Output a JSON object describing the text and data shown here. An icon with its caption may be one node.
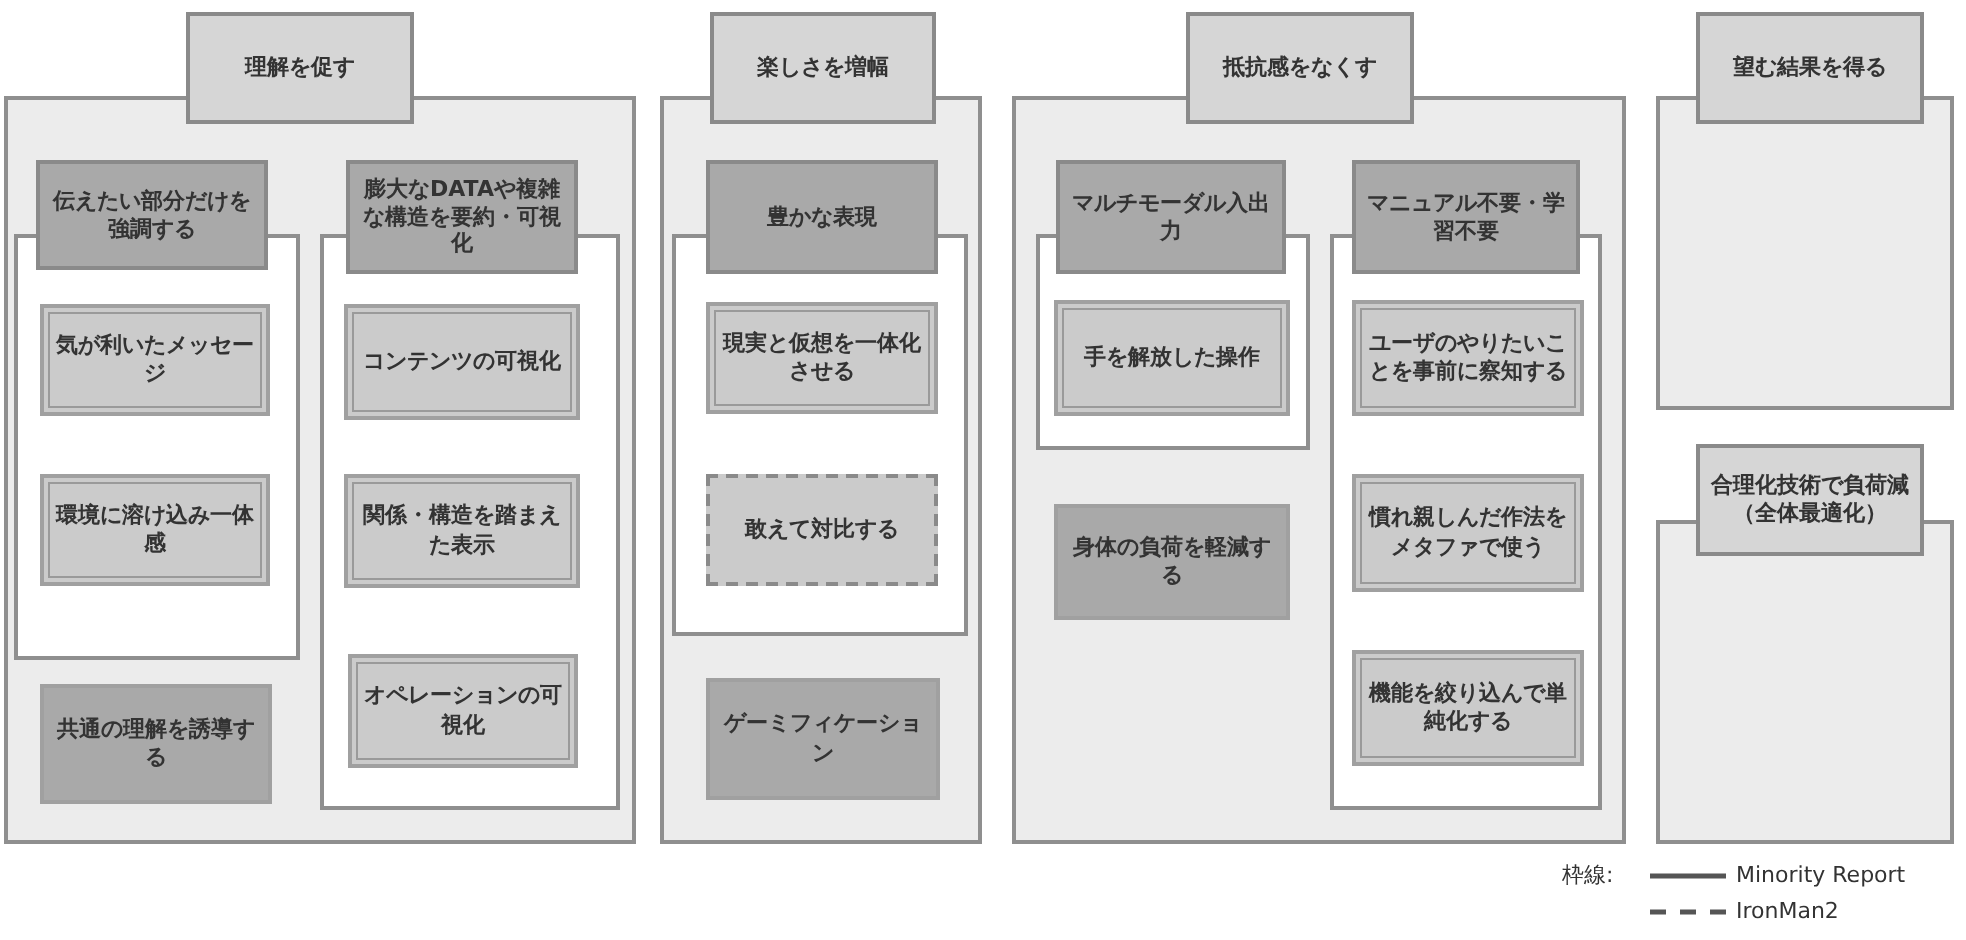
{
  "diagram": {
    "nodes": [
      {
        "text": [
          "理解を促す"
        ]
      },
      {
        "text": [
          "伝えたい部分だけを強調する"
        ],
        "in": 0
      },
      {
        "text": [
          "気が利いたメッセージ"
        ],
        "in": 1
      },
      {
        "text": [
          "環境に溶け込み一体感"
        ],
        "in": 1
      },
      {
        "text": [
          "膨大なDATAや複雑な構造を要約・可視化"
        ],
        "in": 0
      },
      {
        "text": [
          "コンテンツの可視化"
        ],
        "in": 4
      },
      {
        "text": [
          "関係・構造を踏まえた表示"
        ],
        "in": 4
      },
      {
        "text": [
          "オペレーションの可視化"
        ],
        "in": 4
      },
      {
        "text": [
          "共通の理解を誘導する"
        ],
        "in": 0
      },
      {
        "text": [
          "楽しさを増幅"
        ]
      },
      {
        "text": [
          "豊かな表現"
        ],
        "in": 9
      },
      {
        "text": [
          "現実と仮想を一体化させる"
        ],
        "in": 10
      },
      {
        "text": [
          "敢えて対比する"
        ],
        "in": 10
      },
      {
        "text": [
          "ゲーミフィケーション"
        ],
        "in": 9
      },
      {
        "text": [
          "抵抗感をなくす"
        ]
      },
      {
        "text": [
          "マルチモーダル入出力"
        ],
        "in": 14
      },
      {
        "text": [
          "手を解放した操作"
        ],
        "in": 15
      },
      {
        "text": [
          "身体の負荷を軽減する"
        ],
        "in": 14
      },
      {
        "text": [
          "マニュアル不要・学習不要"
        ],
        "in": 14
      },
      {
        "text": [
          "ユーザのやりたいことを事前に察知する"
        ],
        "in": 18
      },
      {
        "text": [
          "慣れ親しんだ作法をメタファで使う"
        ],
        "in": 18
      },
      {
        "text": [
          "機能を絞り込んで単純化する"
        ],
        "in": 18
      },
      {
        "text": [
          "望む結果を得る"
        ]
      },
      {
        "text": [
          "合理化技術で負荷減（全体最適化）"
        ]
      }
    ],
    "edges": [],
    "labels": [
      "枠線:"
    ],
    "legend": [
      {
        "text": "Minority Report"
      },
      {
        "text": "IronMan2"
      }
    ]
  }
}
